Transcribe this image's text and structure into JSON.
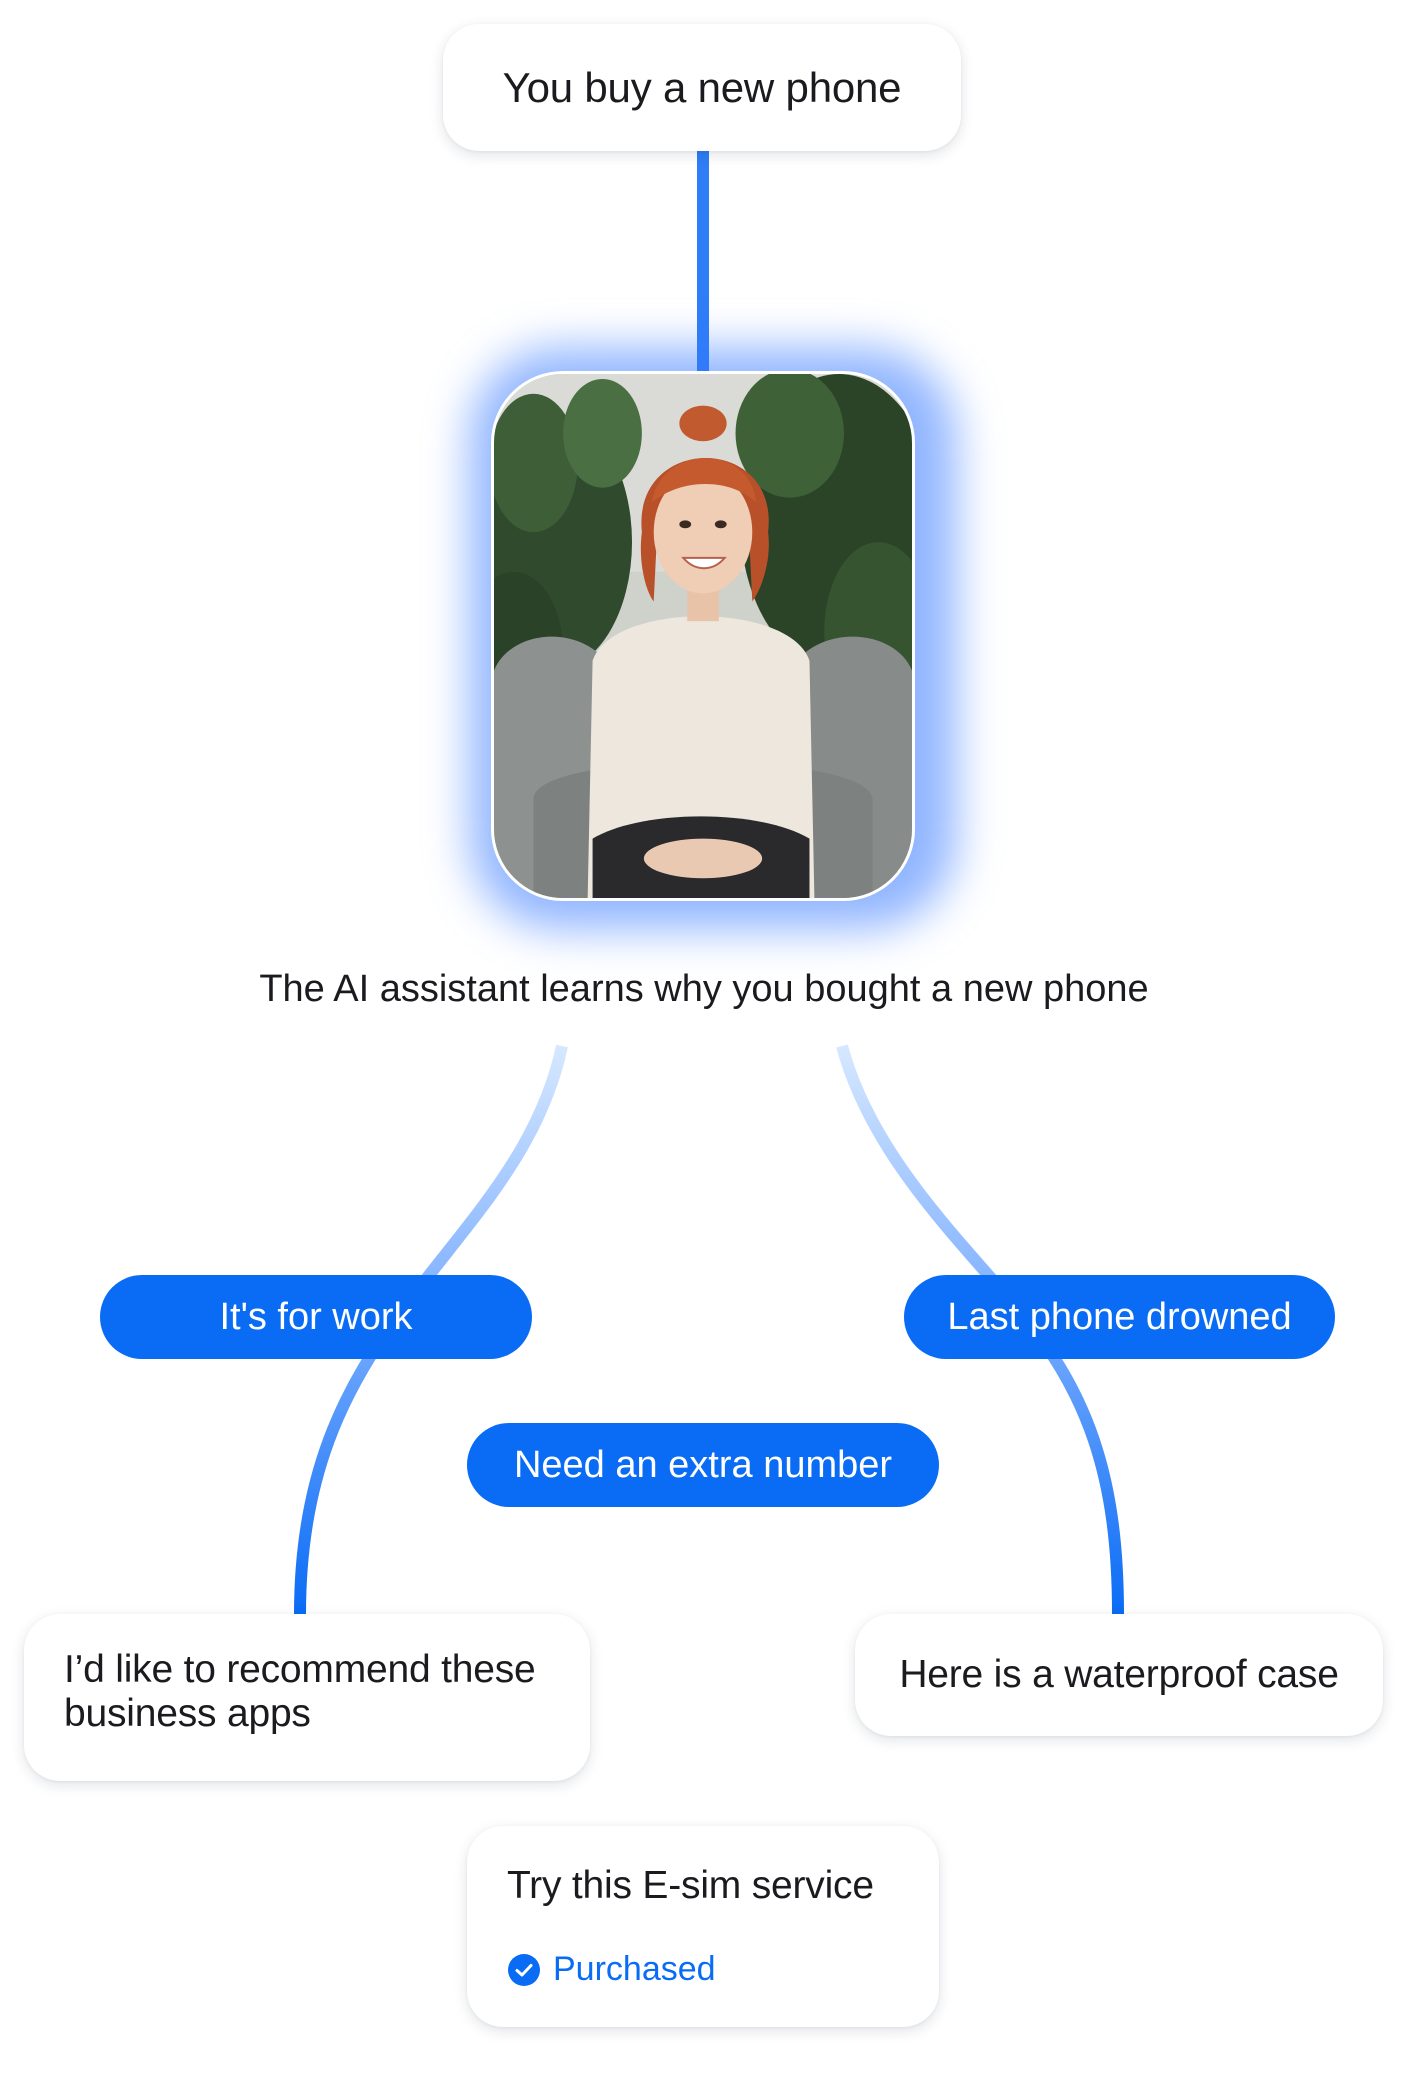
{
  "colors": {
    "accent": "#0a6cf5",
    "connector_light": "#b9d6ff",
    "glow": "#3478ff"
  },
  "start": {
    "label": "You buy a new phone"
  },
  "assistant": {
    "caption": "The AI assistant learns why you bought a new phone"
  },
  "reasons": [
    {
      "label": "It's for work"
    },
    {
      "label": "Need an extra number"
    },
    {
      "label": "Last phone drowned"
    }
  ],
  "recommendations": [
    {
      "label": "I’d like to recommend these business apps"
    },
    {
      "label": "Try this E-sim service",
      "status": "Purchased",
      "status_icon": "check-circle-icon"
    },
    {
      "label": "Here is a waterproof case"
    }
  ]
}
